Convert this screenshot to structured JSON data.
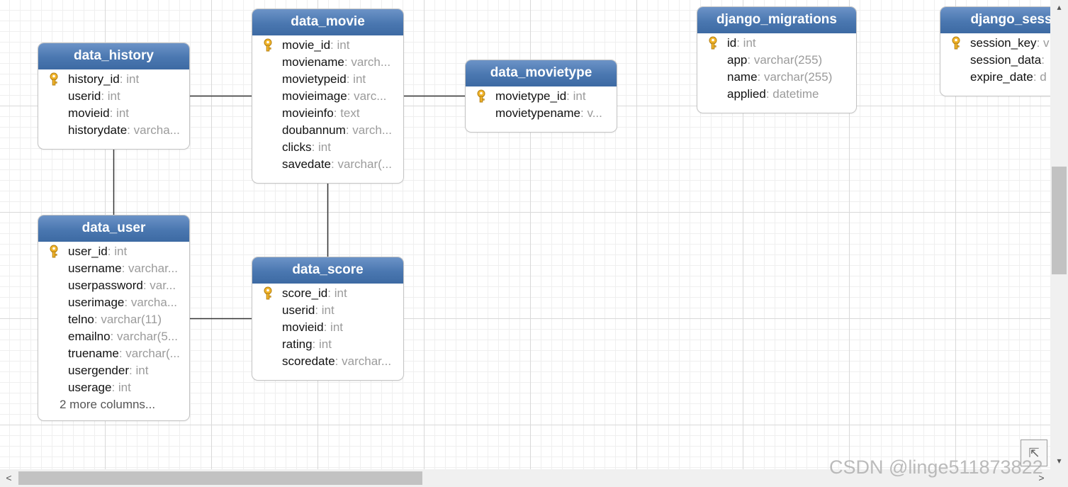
{
  "entities": [
    {
      "id": "data_history",
      "title": "data_history",
      "fields": [
        {
          "name": "history_id",
          "type": ": int",
          "key": true
        },
        {
          "name": "userid",
          "type": ": int",
          "key": false
        },
        {
          "name": "movieid",
          "type": ": int",
          "key": false
        },
        {
          "name": "historydate",
          "type": ": varcha...",
          "key": false
        }
      ]
    },
    {
      "id": "data_movie",
      "title": "data_movie",
      "fields": [
        {
          "name": "movie_id",
          "type": ": int",
          "key": true
        },
        {
          "name": "moviename",
          "type": ": varch...",
          "key": false
        },
        {
          "name": "movietypeid",
          "type": ": int",
          "key": false
        },
        {
          "name": "movieimage",
          "type": ": varc...",
          "key": false
        },
        {
          "name": "movieinfo",
          "type": ": text",
          "key": false
        },
        {
          "name": "doubannum",
          "type": ": varch...",
          "key": false
        },
        {
          "name": "clicks",
          "type": ": int",
          "key": false
        },
        {
          "name": "savedate",
          "type": ": varchar(...",
          "key": false
        }
      ]
    },
    {
      "id": "data_movietype",
      "title": "data_movietype",
      "fields": [
        {
          "name": "movietype_id",
          "type": ": int",
          "key": true
        },
        {
          "name": "movietypename",
          "type": ": v...",
          "key": false
        }
      ]
    },
    {
      "id": "django_migrations",
      "title": "django_migrations",
      "fields": [
        {
          "name": "id",
          "type": ": int",
          "key": true
        },
        {
          "name": "app",
          "type": ": varchar(255)",
          "key": false
        },
        {
          "name": "name",
          "type": ": varchar(255)",
          "key": false
        },
        {
          "name": "applied",
          "type": ": datetime",
          "key": false
        }
      ]
    },
    {
      "id": "django_session",
      "title": "django_sess",
      "fields": [
        {
          "name": "session_key",
          "type": ": v",
          "key": true
        },
        {
          "name": "session_data",
          "type": ":",
          "key": false
        },
        {
          "name": "expire_date",
          "type": ": d",
          "key": false
        }
      ]
    },
    {
      "id": "data_user",
      "title": "data_user",
      "fields": [
        {
          "name": "user_id",
          "type": ": int",
          "key": true
        },
        {
          "name": "username",
          "type": ": varchar...",
          "key": false
        },
        {
          "name": "userpassword",
          "type": ": var...",
          "key": false
        },
        {
          "name": "userimage",
          "type": ": varcha...",
          "key": false
        },
        {
          "name": "telno",
          "type": ": varchar(11)",
          "key": false
        },
        {
          "name": "emailno",
          "type": ": varchar(5...",
          "key": false
        },
        {
          "name": "truename",
          "type": ": varchar(...",
          "key": false
        },
        {
          "name": "usergender",
          "type": ": int",
          "key": false
        },
        {
          "name": "userage",
          "type": ": int",
          "key": false
        }
      ],
      "more": "2 more columns..."
    },
    {
      "id": "data_score",
      "title": "data_score",
      "fields": [
        {
          "name": "score_id",
          "type": ": int",
          "key": true
        },
        {
          "name": "userid",
          "type": ": int",
          "key": false
        },
        {
          "name": "movieid",
          "type": ": int",
          "key": false
        },
        {
          "name": "rating",
          "type": ": int",
          "key": false
        },
        {
          "name": "scoredate",
          "type": ": varchar...",
          "key": false
        }
      ]
    }
  ],
  "relationships": [
    {
      "from": "data_history",
      "to": "data_movie"
    },
    {
      "from": "data_history",
      "to": "data_user"
    },
    {
      "from": "data_movie",
      "to": "data_movietype"
    },
    {
      "from": "data_movie",
      "to": "data_score"
    },
    {
      "from": "data_user",
      "to": "data_score"
    }
  ],
  "colors": {
    "header_top": "#6c93c7",
    "header_bottom": "#3d6aa3",
    "key_icon": "#f2b52b",
    "type_text": "#9b9b9b",
    "connector": "#333333"
  },
  "icons": {
    "primary_key": "key-icon",
    "corner": "resize-corner-icon"
  },
  "scrollbars": {
    "up": "▴",
    "down": "▾",
    "left": "<",
    "right": ">",
    "corner_glyph": "⇱"
  },
  "watermark": "CSDN @linge511873822"
}
